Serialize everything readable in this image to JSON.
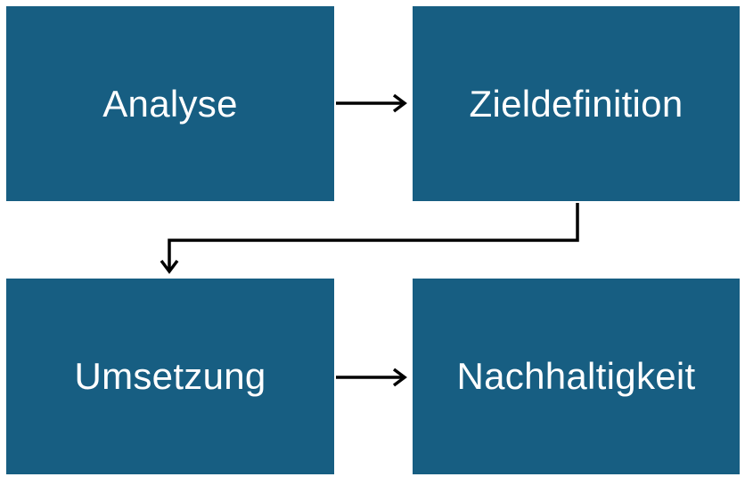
{
  "colors": {
    "box_fill": "#175E82",
    "box_text": "#FFFFFF",
    "connector": "#000000",
    "background": "#FFFFFF"
  },
  "steps": [
    {
      "label": "Analyse"
    },
    {
      "label": "Zieldefinition"
    },
    {
      "label": "Umsetzung"
    },
    {
      "label": "Nachhaltigkeit"
    }
  ],
  "connections": [
    {
      "from": "Analyse",
      "to": "Zieldefinition"
    },
    {
      "from": "Zieldefinition",
      "to": "Umsetzung"
    },
    {
      "from": "Umsetzung",
      "to": "Nachhaltigkeit"
    }
  ]
}
